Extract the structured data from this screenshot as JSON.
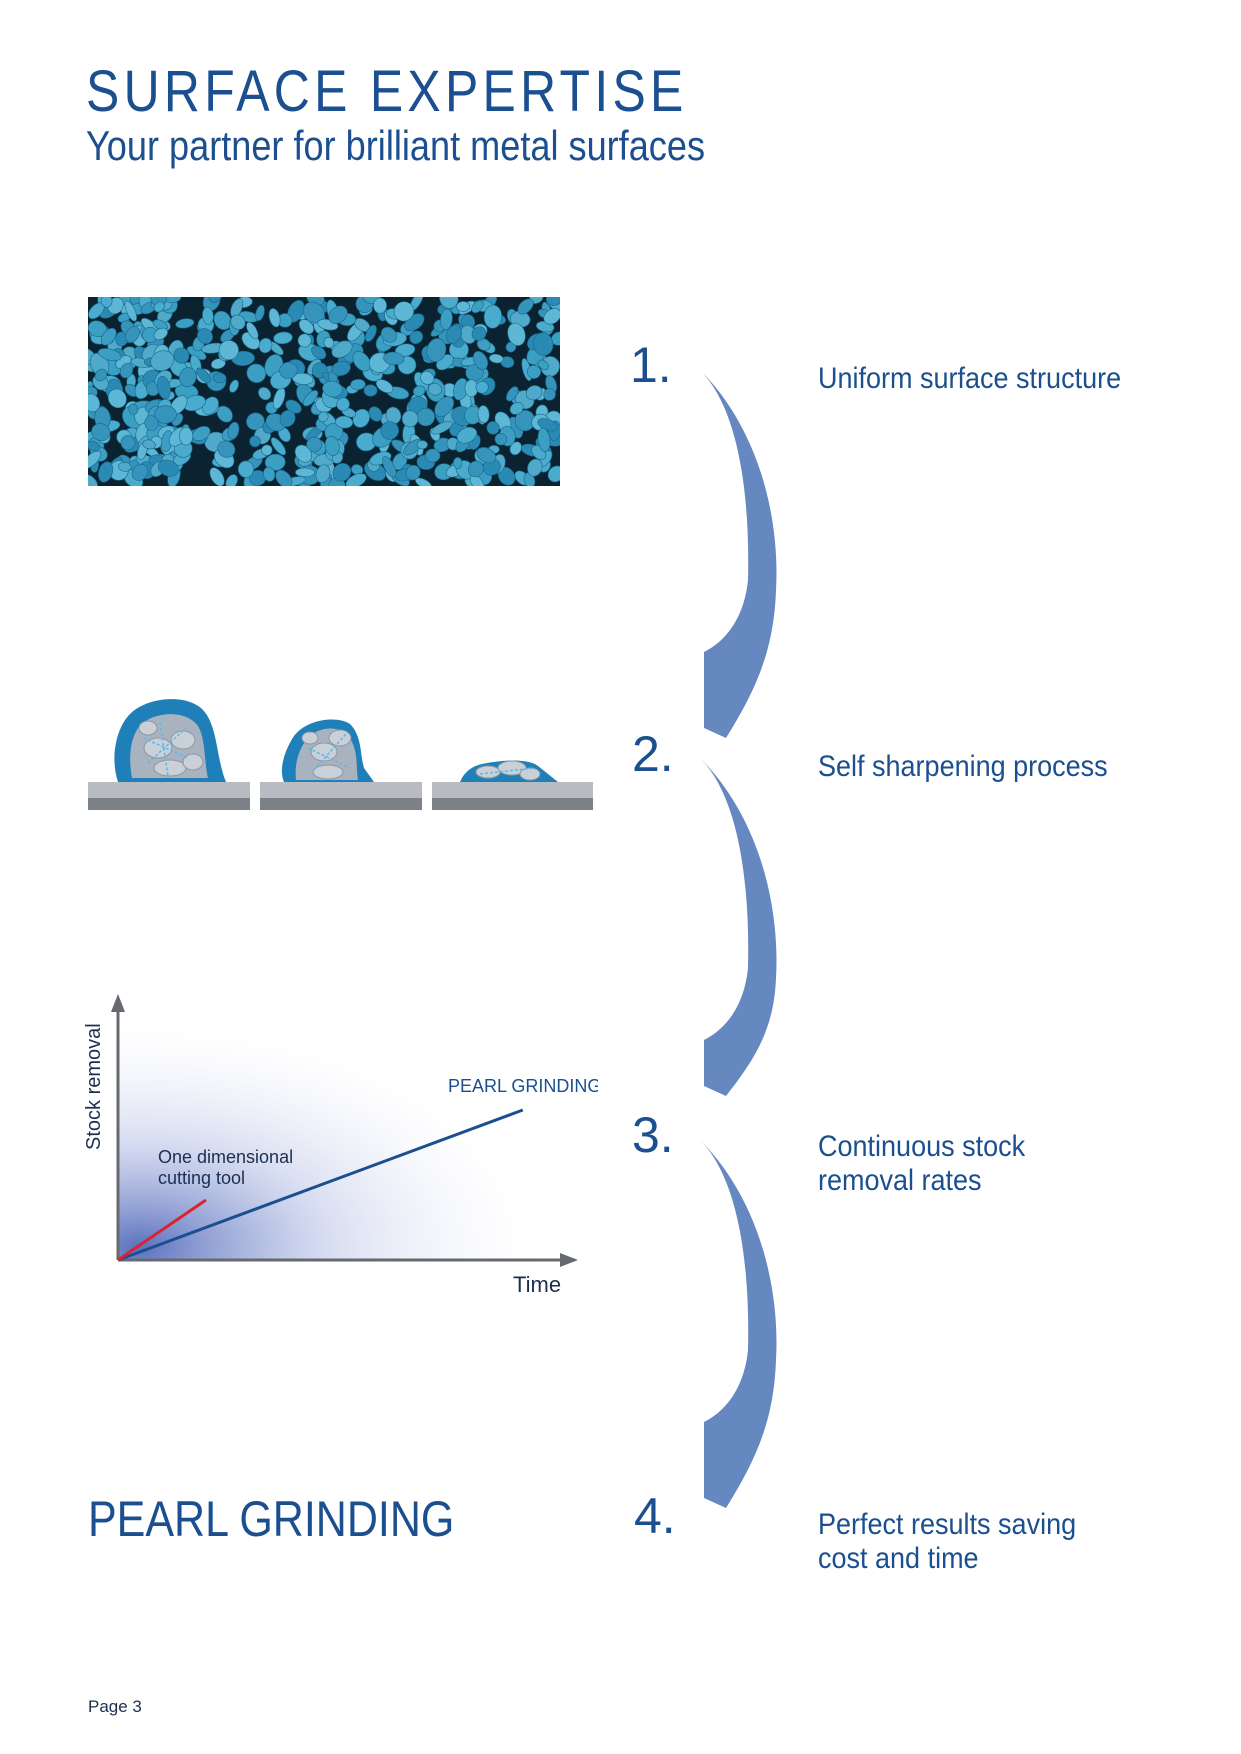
{
  "header": {
    "title": "SURFACE EXPERTISE",
    "subtitle": "Your partner for brilliant metal surfaces"
  },
  "steps": [
    {
      "number": "1.",
      "text": "Uniform surface structure"
    },
    {
      "number": "2.",
      "text": "Self sharpening process"
    },
    {
      "number": "3.",
      "text": "Continuous stock removal rates"
    },
    {
      "number": "4.",
      "text": "Perfect results saving cost and time"
    }
  ],
  "brand": "PEARL GRINDING",
  "footer": {
    "page": "Page 3"
  },
  "colors": {
    "primary_blue": "#1b4f8f",
    "arc_blue": "#6688c0",
    "arc_grey": "#e3e6ea",
    "grain_blue": "#3fa9cf",
    "red_line": "#d8242f"
  },
  "chart_data": {
    "type": "line",
    "xlabel": "Time",
    "ylabel": "Stock removal",
    "series": [
      {
        "name": "PEARL GRINDING",
        "x": [
          0,
          0.92
        ],
        "y": [
          0,
          0.6
        ]
      },
      {
        "name": "One dimensional cutting tool",
        "x": [
          0,
          0.2
        ],
        "y": [
          0,
          0.24
        ]
      }
    ],
    "grid": false
  }
}
